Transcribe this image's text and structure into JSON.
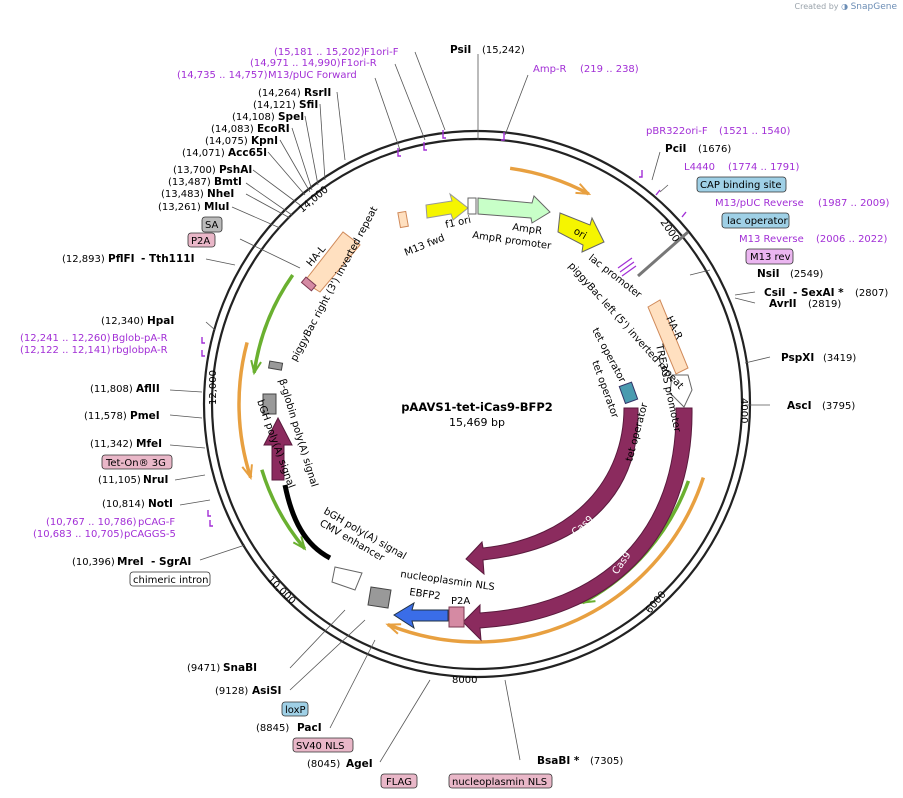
{
  "credit": {
    "prefix": "Created by",
    "brand": "SnapGene"
  },
  "plasmid": {
    "name": "pAAVS1-tet-iCas9-BFP2",
    "length": "15,469 bp"
  },
  "ticks": [
    "2000",
    "4000",
    "6000",
    "8000",
    "10,000",
    "12,000",
    "14,000"
  ],
  "enzymes": [
    {
      "name": "PsiI",
      "pos": "(15,242)"
    },
    {
      "name": "PciI",
      "pos": "(1676)"
    },
    {
      "name": "NsiI",
      "pos": "(2549)"
    },
    {
      "name": "CsiI",
      "name2": "SexAI *",
      "pos": "(2807)"
    },
    {
      "name": "AvrII",
      "pos": "(2819)"
    },
    {
      "name": "PspXI",
      "pos": "(3419)"
    },
    {
      "name": "AscI",
      "pos": "(3795)"
    },
    {
      "name": "BsaBI *",
      "pos": "(7305)"
    },
    {
      "name": "AgeI",
      "pos": "(8045)"
    },
    {
      "name": "PacI",
      "pos": "(8845)"
    },
    {
      "name": "AsiSI",
      "pos": "(9128)"
    },
    {
      "name": "SnaBI",
      "pos": "(9471)"
    },
    {
      "name": "MreI",
      "name2": "SgrAI",
      "pos": "(10,396)"
    },
    {
      "name": "NotI",
      "pos": "(10,814)"
    },
    {
      "name": "NruI",
      "pos": "(11,105)"
    },
    {
      "name": "MfeI",
      "pos": "(11,342)"
    },
    {
      "name": "PmeI",
      "pos": "(11,578)"
    },
    {
      "name": "AflII",
      "pos": "(11,808)"
    },
    {
      "name": "HpaI",
      "pos": "(12,340)"
    },
    {
      "name": "PflFI",
      "name2": "Tth111I",
      "pos": "(12,893)"
    },
    {
      "name": "MluI",
      "pos": "(13,261)"
    },
    {
      "name": "NheI",
      "pos": "(13,483)"
    },
    {
      "name": "BmtI",
      "pos": "(13,487)"
    },
    {
      "name": "PshAI",
      "pos": "(13,700)"
    },
    {
      "name": "Acc65I",
      "pos": "(14,071)"
    },
    {
      "name": "KpnI",
      "pos": "(14,075)"
    },
    {
      "name": "EcoRI",
      "pos": "(14,083)"
    },
    {
      "name": "SpeI",
      "pos": "(14,108)"
    },
    {
      "name": "SfiI",
      "pos": "(14,121)"
    },
    {
      "name": "RsrII",
      "pos": "(14,264)"
    }
  ],
  "primers": [
    {
      "name": "F1ori-F",
      "range": "(15,181 .. 15,202)"
    },
    {
      "name": "F1ori-R",
      "range": "(14,971 .. 14,990)"
    },
    {
      "name": "M13/pUC Forward",
      "range": "(14,735 .. 14,757)"
    },
    {
      "name": "Amp-R",
      "range": "(219 .. 238)"
    },
    {
      "name": "pBR322ori-F",
      "range": "(1521 .. 1540)"
    },
    {
      "name": "L4440",
      "range": "(1774 .. 1791)"
    },
    {
      "name": "M13/pUC Reverse",
      "range": "(1987 .. 2009)"
    },
    {
      "name": "M13 Reverse",
      "range": "(2006 .. 2022)"
    },
    {
      "name": "Bglob-pA-R",
      "range": "(12,241 .. 12,260)"
    },
    {
      "name": "rbglobpA-R",
      "range": "(12,122 .. 12,141)"
    },
    {
      "name": "pCAG-F",
      "range": "(10,767 .. 10,786)"
    },
    {
      "name": "pCAGGS-5",
      "range": "(10,683 .. 10,705)"
    }
  ],
  "boxed_features": {
    "cap_binding_site": "CAP binding site",
    "lac_operator": "lac operator",
    "m13_rev": "M13 rev",
    "sa": "SA",
    "p2a": "P2A",
    "tet_on": "Tet-On® 3G",
    "chimeric_intron": "chimeric intron",
    "loxp": "loxP",
    "sv40_nls": "SV40 NLS",
    "flag": "FLAG",
    "nucleoplasmin_nls": "nucleoplasmin NLS"
  },
  "inner_labels": {
    "f1_ori": "f1 ori",
    "ampr": "AmpR",
    "ampr_promoter": "AmpR promoter",
    "ori": "ori",
    "lac_promoter": "lac promoter",
    "piggybac_left": "piggyBac left (5') inverted repeat",
    "ha_r": "HA-R",
    "tre3gs": "TRE3GS promoter",
    "tet_operator_1": "tet operator",
    "tet_operator_2": "tet operator",
    "tet_operator_3": "tet operator",
    "cas9_inner": "Cas9",
    "cas9_outer": "Cas9",
    "p2a_inner": "P2A",
    "nucleoplasmin_nls_inner": "nucleoplasmin NLS",
    "ebfp2": "EBFP2",
    "bgh_polya_1": "bGH poly(A) signal",
    "bgh_polya_2": "bGH poly(A) signal",
    "cmv_enhancer": "CMV enhancer",
    "beta_globin_polya": "β-globin poly(A) signal",
    "piggybac_right": "piggyBac right (3') inverted repeat",
    "ha_l": "HA-L",
    "m13_fwd": "M13 fwd"
  },
  "colors": {
    "primer": "#a22fd6",
    "cas9": "#8b2b5e",
    "ampr": "#c8ffc8",
    "ori": "#f5f500",
    "homology_arm": "#ffe0c0",
    "ebfp2": "#3a6de8",
    "orange_arrow": "#e8a040",
    "green_arrow": "#6ab030",
    "cap_box": "#9fd0e6",
    "pink_box": "#e9b7c8",
    "m13rev_box": "#ebb6f0"
  }
}
